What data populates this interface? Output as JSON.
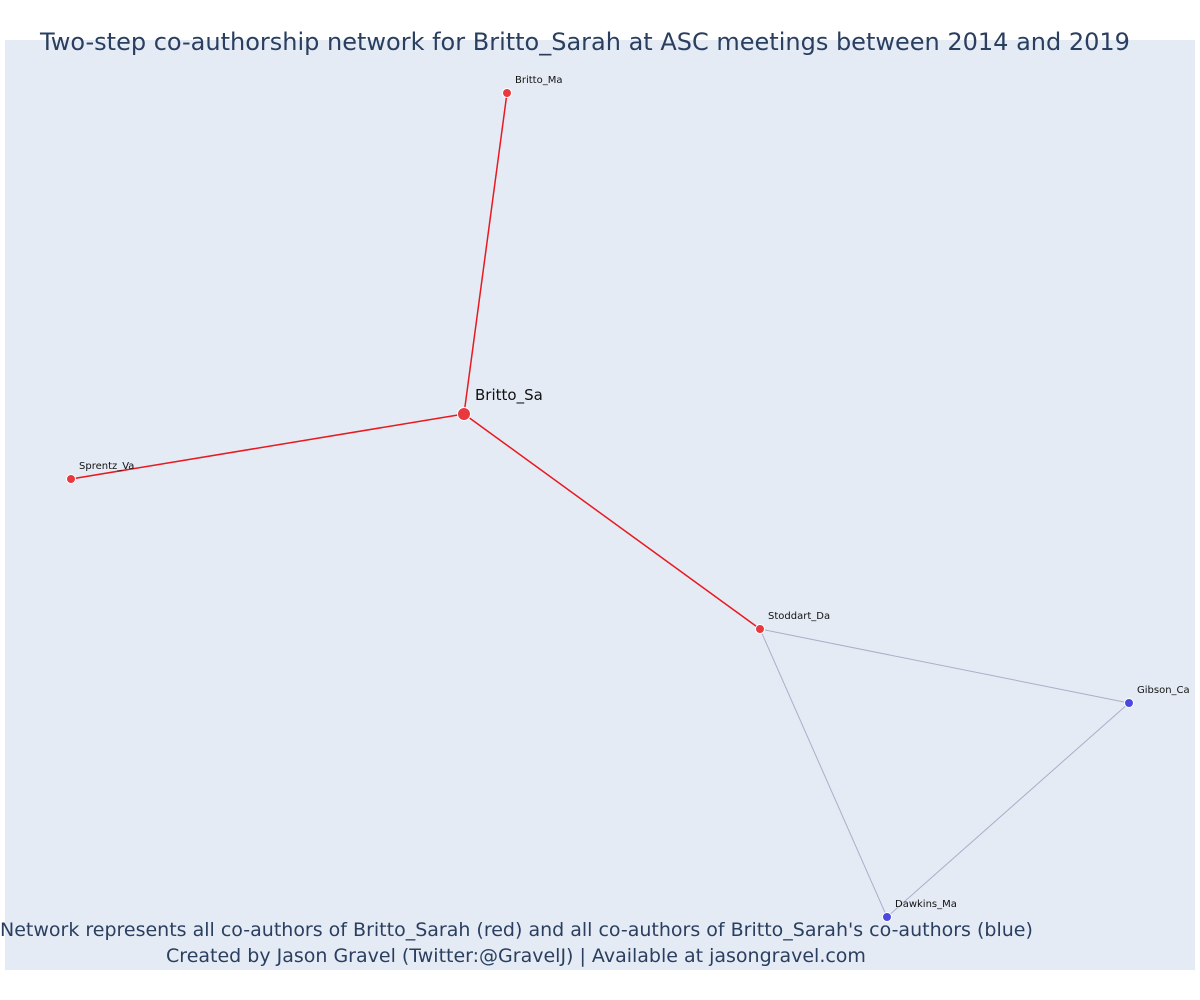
{
  "title": "Two-step co-authorship network for Britto_Sarah at ASC meetings between 2014 and 2019",
  "footer": {
    "line1": "Network represents all co-authors of Britto_Sarah (red) and all co-authors of Britto_Sarah's co-authors (blue)",
    "line2": "Created by Jason Gravel (Twitter:@GravelJ) | Available at jasongravel.com"
  },
  "colors": {
    "background": "#e5ebf5",
    "first_step": "#e8393f",
    "first_step_edge": "#e8191f",
    "second_step": "#4a4ae0",
    "second_step_edge": "#a8afc8",
    "text": "#2a3f5f"
  },
  "network": {
    "nodes": [
      {
        "id": "Britto_Sa",
        "label": "Britto_Sa",
        "group": "ego"
      },
      {
        "id": "Britto_Ma",
        "label": "Britto_Ma",
        "group": "first_step"
      },
      {
        "id": "Sprentz_Va",
        "label": "Sprentz_Va",
        "group": "first_step"
      },
      {
        "id": "Stoddart_Da",
        "label": "Stoddart_Da",
        "group": "first_step"
      },
      {
        "id": "Gibson_Ca",
        "label": "Gibson_Ca",
        "group": "second_step"
      },
      {
        "id": "Dawkins_Ma",
        "label": "Dawkins_Ma",
        "group": "second_step"
      }
    ],
    "edges": [
      {
        "source": "Britto_Sa",
        "target": "Britto_Ma",
        "type": "first_step"
      },
      {
        "source": "Britto_Sa",
        "target": "Sprentz_Va",
        "type": "first_step"
      },
      {
        "source": "Britto_Sa",
        "target": "Stoddart_Da",
        "type": "first_step"
      },
      {
        "source": "Stoddart_Da",
        "target": "Gibson_Ca",
        "type": "second_step"
      },
      {
        "source": "Stoddart_Da",
        "target": "Dawkins_Ma",
        "type": "second_step"
      },
      {
        "source": "Gibson_Ca",
        "target": "Dawkins_Ma",
        "type": "second_step"
      }
    ]
  }
}
